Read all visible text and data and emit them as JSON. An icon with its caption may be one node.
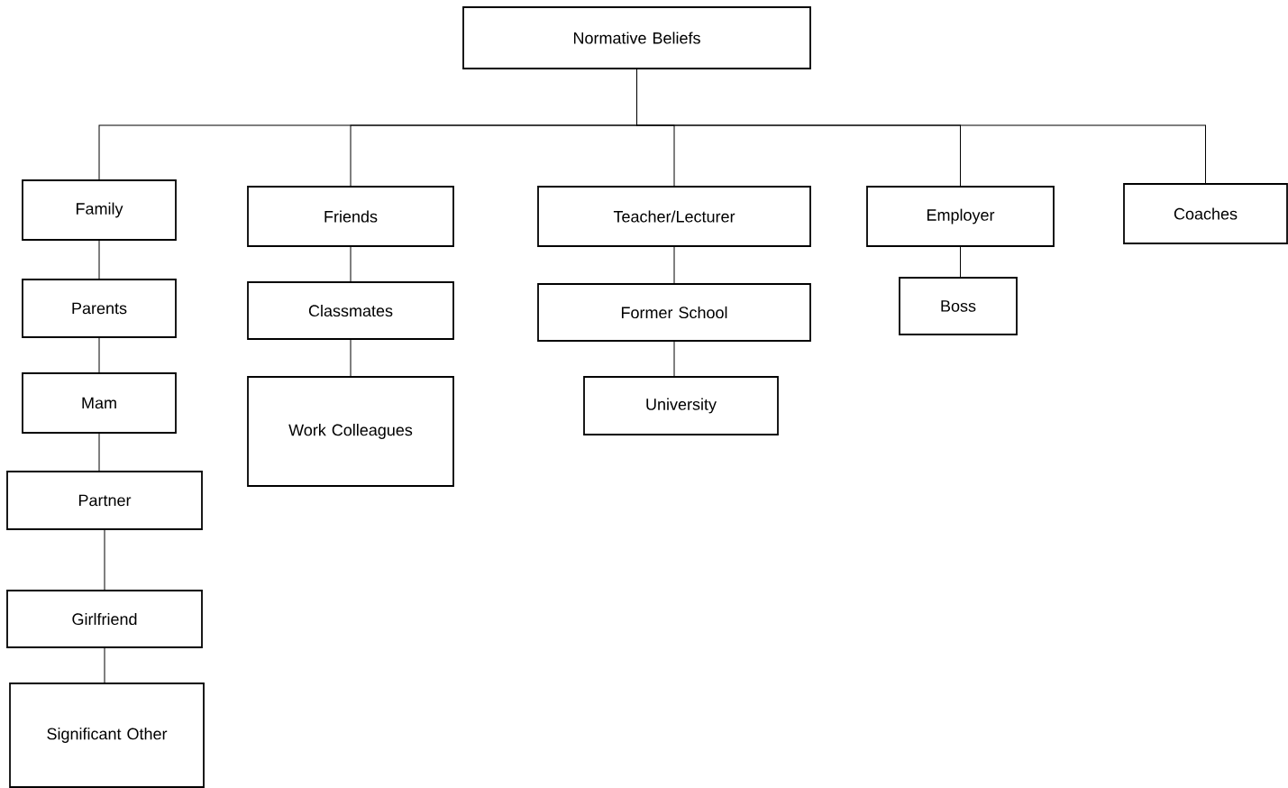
{
  "diagram": {
    "nodes": [
      {
        "text": [
          "Normative Beliefs"
        ]
      },
      {
        "text": [
          "Family"
        ]
      },
      {
        "text": [
          "Parents"
        ]
      },
      {
        "text": [
          "Mam"
        ]
      },
      {
        "text": [
          "Partner"
        ]
      },
      {
        "text": [
          "Girlfriend"
        ]
      },
      {
        "text": [
          "Significant Other"
        ]
      },
      {
        "text": [
          "Friends"
        ]
      },
      {
        "text": [
          "Classmates"
        ]
      },
      {
        "text": [
          "Work Colleagues"
        ]
      },
      {
        "text": [
          "Teacher/Lecturer"
        ]
      },
      {
        "text": [
          "Former School"
        ]
      },
      {
        "text": [
          "University"
        ]
      },
      {
        "text": [
          "Employer"
        ]
      },
      {
        "text": [
          "Boss"
        ]
      },
      {
        "text": [
          "Coaches"
        ]
      }
    ],
    "edges": [
      {
        "from": 0,
        "to": 1,
        "arrow": "none"
      },
      {
        "from": 0,
        "to": 7,
        "arrow": "none"
      },
      {
        "from": 0,
        "to": 10,
        "arrow": "none"
      },
      {
        "from": 0,
        "to": 13,
        "arrow": "none"
      },
      {
        "from": 0,
        "to": 15,
        "arrow": "none"
      },
      {
        "from": 1,
        "to": 2,
        "arrow": "none"
      },
      {
        "from": 2,
        "to": 3,
        "arrow": "none"
      },
      {
        "from": 3,
        "to": 4,
        "arrow": "none"
      },
      {
        "from": 4,
        "to": 5,
        "arrow": "none"
      },
      {
        "from": 5,
        "to": 6,
        "arrow": "none"
      },
      {
        "from": 7,
        "to": 8,
        "arrow": "none"
      },
      {
        "from": 8,
        "to": 9,
        "arrow": "none"
      },
      {
        "from": 10,
        "to": 11,
        "arrow": "none"
      },
      {
        "from": 11,
        "to": 12,
        "arrow": "none"
      },
      {
        "from": 13,
        "to": 14,
        "arrow": "none"
      }
    ]
  }
}
